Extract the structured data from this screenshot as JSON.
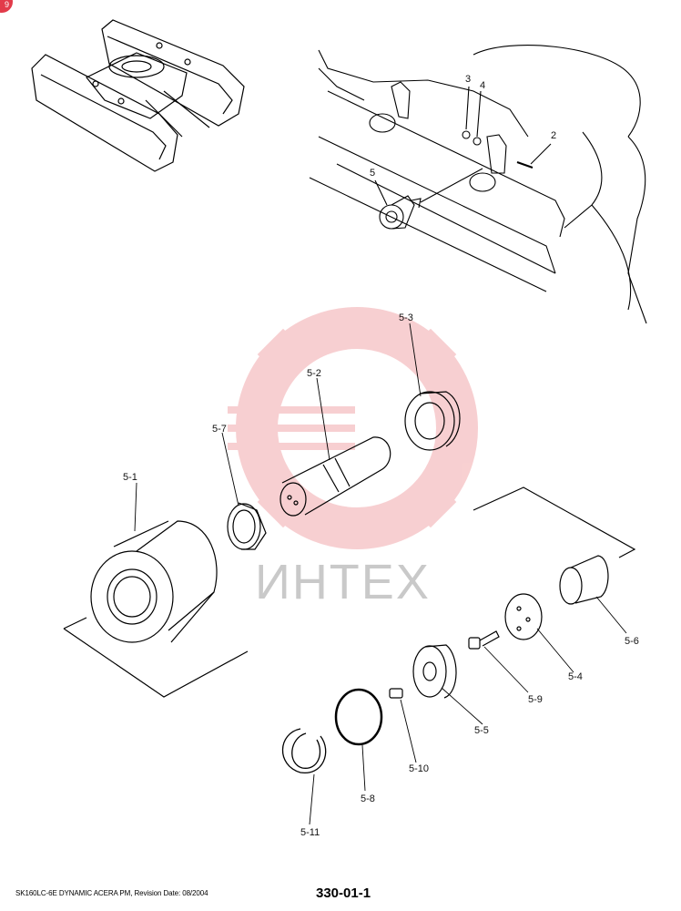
{
  "page_badge": "9",
  "watermark": {
    "text": "ИНТЕХ",
    "color": "#f4b9bb"
  },
  "callouts": {
    "c2": "2",
    "c3": "3",
    "c4": "4",
    "c5": "5",
    "c5_1": "5-1",
    "c5_2": "5-2",
    "c5_3": "5-3",
    "c5_4": "5-4",
    "c5_5": "5-5",
    "c5_6": "5-6",
    "c5_7": "5-7",
    "c5_8": "5-8",
    "c5_9": "5-9",
    "c5_10": "5-10",
    "c5_11": "5-11"
  },
  "footer": {
    "left": "SK160LC-6E DYNAMIC ACERA PM, Revision Date: 08/2004",
    "page_number": "330-01-1"
  }
}
